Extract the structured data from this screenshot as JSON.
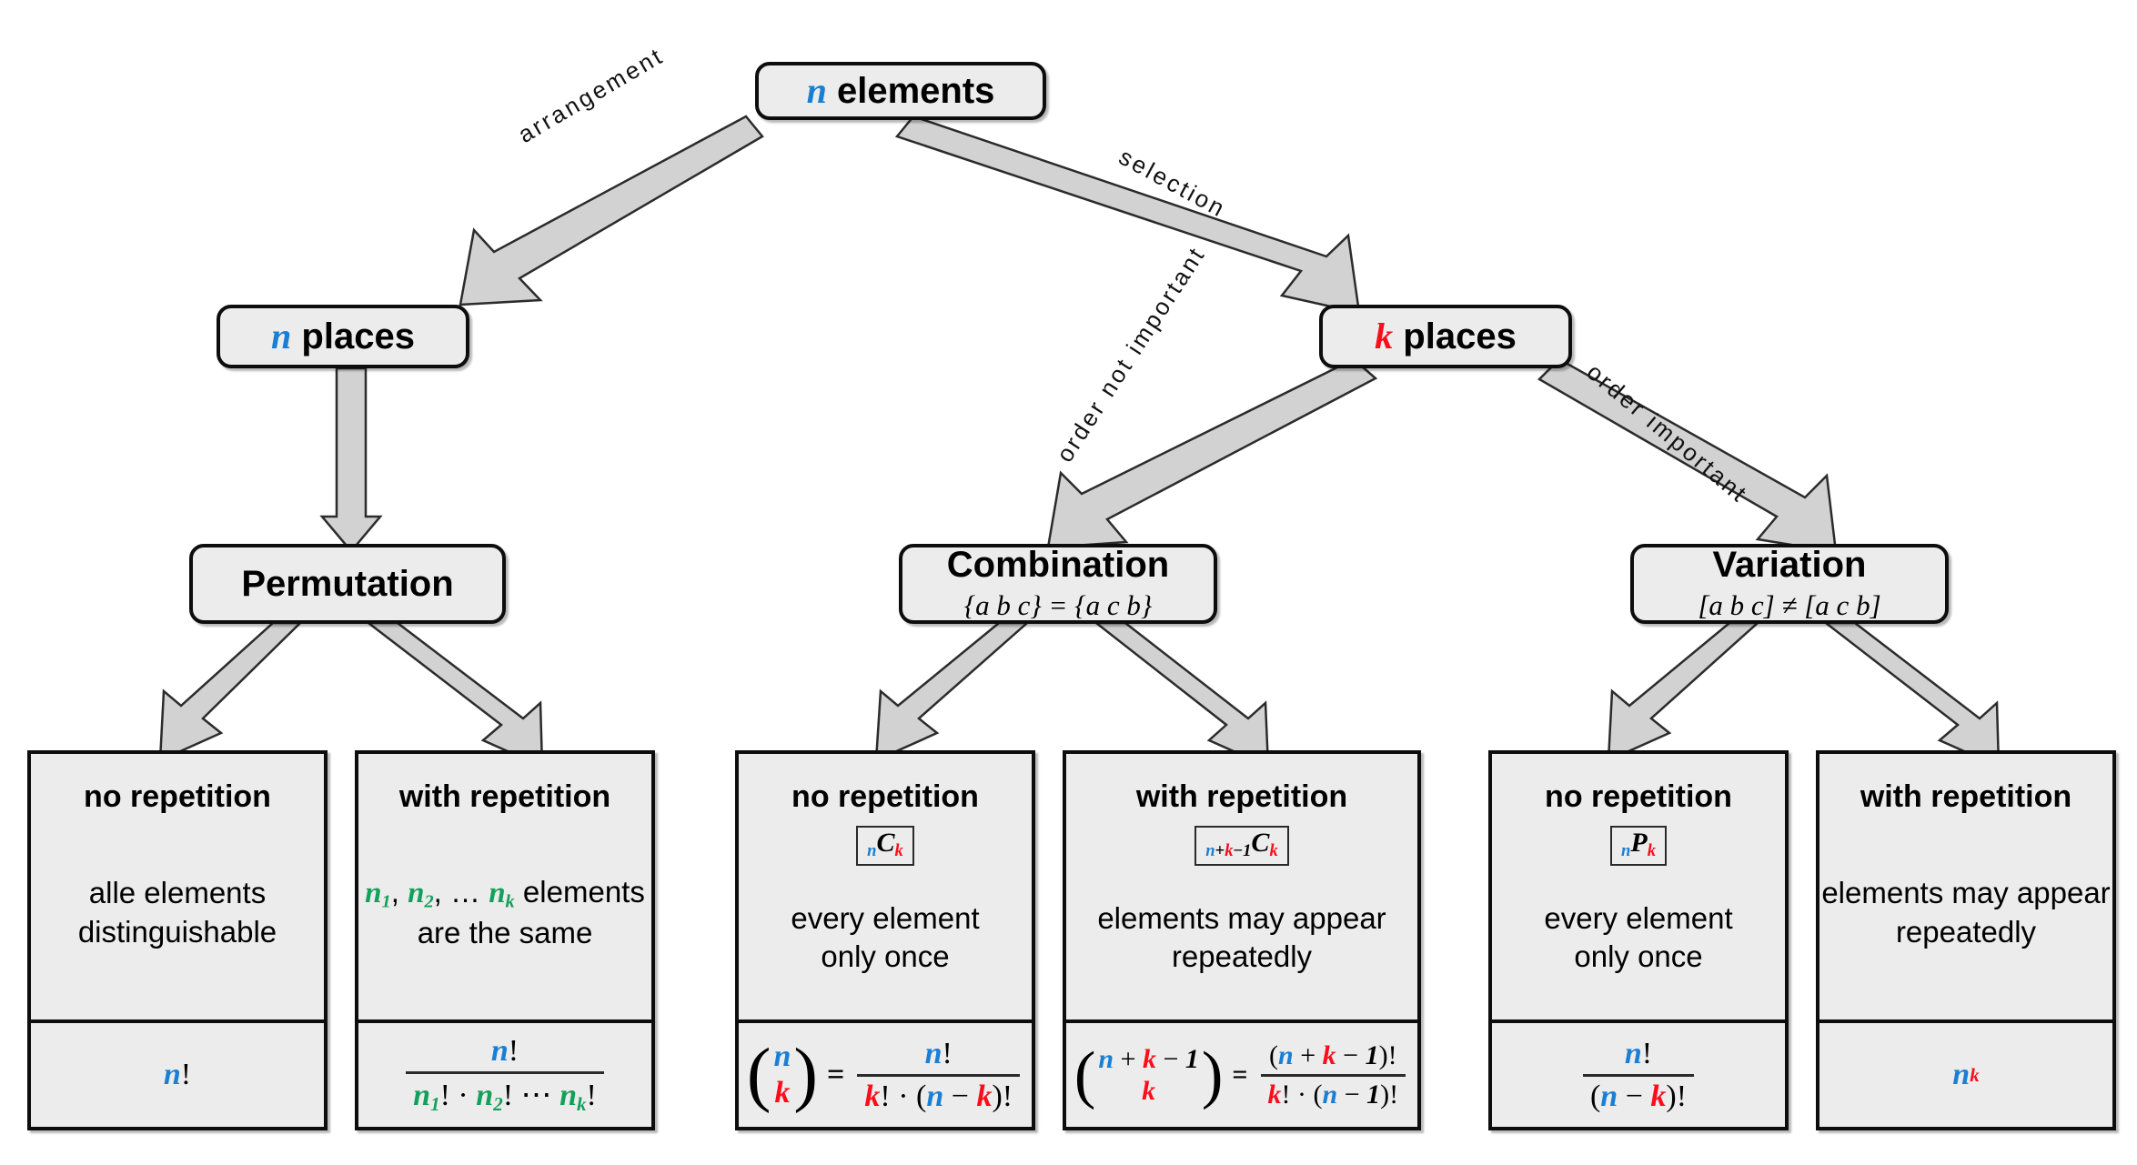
{
  "diagram": {
    "title": "Combinatorics decision tree",
    "colors": {
      "n": "#1a7fd4",
      "k": "#fc0d1b",
      "repeat": "#13a05a",
      "node_fill": "#ececec",
      "node_border": "#0d0d0d",
      "arrow_fill": "#d2d2d2"
    }
  },
  "nodes": {
    "root": {
      "title": "n elements",
      "var": "n"
    },
    "n_places": {
      "title": "n places",
      "var": "n"
    },
    "k_places": {
      "title": "k places",
      "var": "k"
    },
    "permutation": {
      "title": "Permutation",
      "subtitle": ""
    },
    "combination": {
      "title": "Combination",
      "subtitle": "{a b c} = {a c b}"
    },
    "variation": {
      "title": "Variation",
      "subtitle": "[a b c] ≠ [a c b]"
    }
  },
  "edges": [
    {
      "id": "root-to-n-places",
      "label": "arrangement"
    },
    {
      "id": "root-to-k-places",
      "label": "selection"
    },
    {
      "id": "n-places-to-permutation",
      "label": ""
    },
    {
      "id": "k-places-to-combination",
      "label": "order not important"
    },
    {
      "id": "k-places-to-variation",
      "label": "order important"
    }
  ],
  "cards": [
    {
      "id": "permutation-no-repetition",
      "head": "no repetition",
      "notation": "",
      "desc": [
        "alle elements",
        "distinguishable"
      ],
      "formula": "n!"
    },
    {
      "id": "permutation-with-repetition",
      "head": "with repetition",
      "notation": "",
      "desc": [
        "n₁, n₂, … nₖ elements",
        "are the same"
      ],
      "formula": "n! / (n₁! · n₂! ⋯ nₖ!)"
    },
    {
      "id": "combination-no-repetition",
      "head": "no repetition",
      "notation": "nCk",
      "desc": [
        "every element",
        "only once"
      ],
      "formula": "(n over k) = n! / (k! · (n − k)!)"
    },
    {
      "id": "combination-with-repetition",
      "head": "with repetition",
      "notation": "n+k-1Ck",
      "desc": [
        "elements may appear",
        "repeatedly"
      ],
      "formula": "(n + k − 1 over k) = (n + k − 1)! / (k! · (n − 1)!)"
    },
    {
      "id": "variation-no-repetition",
      "head": "no repetition",
      "notation": "nPk",
      "desc": [
        "every element",
        "only once"
      ],
      "formula": "n! / (n − k)!"
    },
    {
      "id": "variation-with-repetition",
      "head": "with repetition",
      "notation": "",
      "desc": [
        "elements may appear",
        "repeatedly"
      ],
      "formula": "nᵏ"
    }
  ],
  "symbols": {
    "n": "n",
    "k": "k",
    "one": "1",
    "bang": "!",
    "dot": "·",
    "minus": "−",
    "plus": "+",
    "ellipsis": "⋯",
    "C": "C",
    "P": "P"
  }
}
